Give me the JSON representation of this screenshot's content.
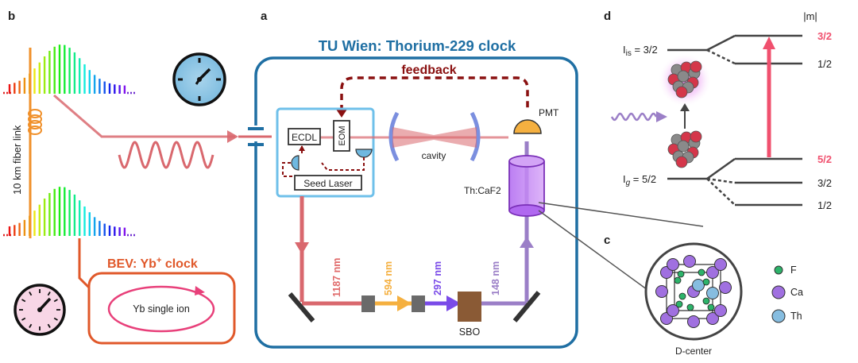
{
  "panels": {
    "a": {
      "letter": "a",
      "title": "TU Wien: Thorium-229 clock"
    },
    "b": {
      "letter": "b",
      "fiber_label": "10 km fiber link",
      "bev_title_pre": "BEV: Yb",
      "bev_title_sup": "+",
      "bev_title_post": " clock",
      "ion_label": "Yb single ion"
    },
    "c": {
      "letter": "c",
      "legend": [
        {
          "label": "F",
          "color": "#2db36a"
        },
        {
          "label": "Ca",
          "color": "#a070e0"
        },
        {
          "label": "Th",
          "color": "#86bde0"
        }
      ],
      "caption": "D-center"
    },
    "d": {
      "letter": "d",
      "m_header": "|m|",
      "upper_state": "I",
      "upper_state_sub": "is",
      "upper_state_val": " = 3/2",
      "lower_state": "I",
      "lower_state_sub": "g",
      "lower_state_val": " = 5/2",
      "upper_levels": [
        {
          "label": "3/2",
          "highlight": true
        },
        {
          "label": "1/2",
          "highlight": false
        }
      ],
      "lower_levels": [
        {
          "label": "5/2",
          "highlight": true
        },
        {
          "label": "3/2",
          "highlight": false
        },
        {
          "label": "1/2",
          "highlight": false
        }
      ]
    }
  },
  "setup": {
    "feedback": "feedback",
    "pmt": "PMT",
    "ecdl": "ECDL",
    "eom": "EOM",
    "seed": "Seed Laser",
    "cavity": "cavity",
    "crystal": "Th:CaF2",
    "sbo": "SBO",
    "wavelengths": [
      {
        "label": "1187 nm",
        "color": "#e06a6a"
      },
      {
        "label": "594 nm",
        "color": "#f5b040"
      },
      {
        "label": "297 nm",
        "color": "#7a4be8"
      },
      {
        "label": "148 nm",
        "color": "#9b7fc7"
      }
    ]
  },
  "colors": {
    "frame_blue": "#1f6fa3",
    "bev_orange": "#e0582a",
    "transition_pink": "#f0506e",
    "feedback_red": "#8a1010",
    "laser_red": "#d9686e",
    "uv_purple": "#9b7fc7",
    "light_blue": "#6fc0ea"
  }
}
